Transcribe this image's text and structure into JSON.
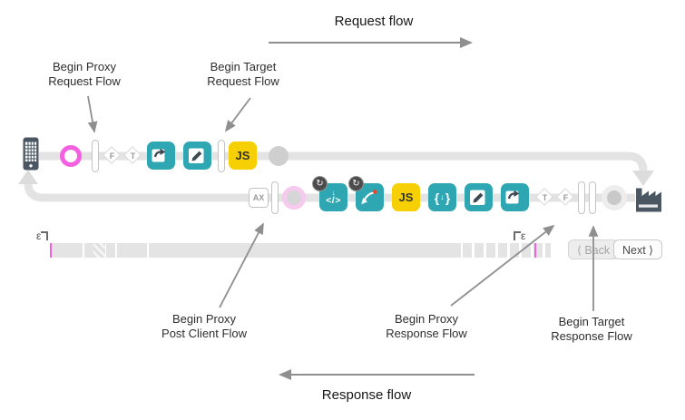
{
  "titles": {
    "request_flow": "Request flow",
    "response_flow": "Response flow"
  },
  "annotations": {
    "begin_proxy_request": "Begin Proxy\nRequest Flow",
    "begin_target_request": "Begin Target\nRequest Flow",
    "begin_proxy_post_client": "Begin Proxy\nPost Client Flow",
    "begin_proxy_response": "Begin Proxy\nResponse Flow",
    "begin_target_response": "Begin Target\nResponse Flow"
  },
  "nodes": {
    "request_conditions": [
      "F",
      "T"
    ],
    "response_conditions": [
      "T",
      "F"
    ],
    "js_label": "JS",
    "ax_label": "AX"
  },
  "icons": {
    "code_glyph": "</>",
    "down_arrow": "↓",
    "brace_left": "{",
    "brace_right": "}",
    "redo_glyph": "↻"
  },
  "timeline": {
    "epsilon": "ε"
  },
  "controls": {
    "back_label": "⟨ Back",
    "next_label": "Next ⟩"
  },
  "colors": {
    "teal": "#2FA7B3",
    "yellow": "#F6D003",
    "magenta": "#F55FE1",
    "pale_pink": "#F6C9EF",
    "flow_line": "#E3E3E3",
    "device_dark": "#4A5661",
    "annotation_arrow": "#8F8F8F",
    "js_error_red": "#E8432C"
  }
}
